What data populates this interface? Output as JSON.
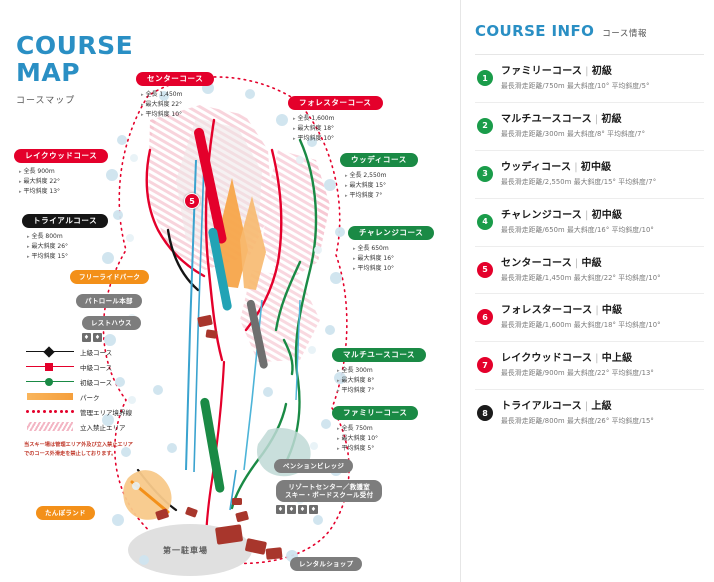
{
  "map": {
    "title_en_line1": "COURSE",
    "title_en_line2": "MAP",
    "title_jp": "コースマップ",
    "marker_number": "5",
    "parking_label": "第一駐車場",
    "callouts": [
      {
        "name": "センターコース",
        "color": "red",
        "specs": [
          "全長 1,450m",
          "最大斜度 22°",
          "平均斜度 10°"
        ]
      },
      {
        "name": "フォレスターコース",
        "color": "red",
        "specs": [
          "全長 1,600m",
          "最大斜度 18°",
          "平均斜度 10°"
        ]
      },
      {
        "name": "レイクウッドコース",
        "color": "red",
        "specs": [
          "全長 900m",
          "最大斜度 22°",
          "平均斜度 13°"
        ]
      },
      {
        "name": "トライアルコース",
        "color": "black",
        "specs": [
          "全長 800m",
          "最大斜度 26°",
          "平均斜度 15°"
        ]
      },
      {
        "name": "ウッディコース",
        "color": "green",
        "specs": [
          "全長 2,550m",
          "最大斜度 15°",
          "平均斜度 7°"
        ]
      },
      {
        "name": "チャレンジコース",
        "color": "green",
        "specs": [
          "全長 650m",
          "最大斜度 16°",
          "平均斜度 10°"
        ]
      },
      {
        "name": "マルチユースコース",
        "color": "green",
        "specs": [
          "全長 300m",
          "最大斜度 8°",
          "平均斜度 7°"
        ]
      },
      {
        "name": "ファミリーコース",
        "color": "green",
        "specs": [
          "全長 750m",
          "最大斜度 10°",
          "平均斜度 5°"
        ]
      }
    ],
    "facilities": [
      {
        "name": "フリーライドパーク",
        "style": "orange"
      },
      {
        "name": "パトロール本部",
        "style": "grey"
      },
      {
        "name": "レストハウス",
        "style": "grey"
      },
      {
        "name": "たんぽランド",
        "style": "orange"
      },
      {
        "name": "ペンションビレッジ",
        "style": "grey"
      },
      {
        "name": "リゾートセンター／救護室\nスキー・ボードスクール受付",
        "style": "grey"
      },
      {
        "name": "レンタルショップ",
        "style": "grey"
      }
    ],
    "legend": {
      "items": [
        {
          "label": "上級コース",
          "symbol": "line-black-diamond",
          "color": "#151515"
        },
        {
          "label": "中級コース",
          "symbol": "line-red-square",
          "color": "#e4002b"
        },
        {
          "label": "初級コース",
          "symbol": "line-green-circle",
          "color": "#1a8a45"
        },
        {
          "label": "パーク",
          "symbol": "swatch-orange",
          "color": "#f9a03f"
        },
        {
          "label": "管理エリア境界線",
          "symbol": "dotted-red-line",
          "color": "#e4002b"
        },
        {
          "label": "立入禁止エリア",
          "symbol": "pink-hatch",
          "color": "#f3b6c4"
        }
      ],
      "note": "当スキー場は管理エリア外及び立入禁止エリアでのコース外滑走を禁止しております。"
    }
  },
  "info": {
    "title_en": "COURSE INFO",
    "title_jp": "コース情報",
    "courses": [
      {
        "number": "1",
        "badge_color": "green",
        "name": "ファミリーコース",
        "level": "初級",
        "spec": "最長滑走距離/750m 最大斜度/10° 平均斜度/5°"
      },
      {
        "number": "2",
        "badge_color": "green",
        "name": "マルチユースコース",
        "level": "初級",
        "spec": "最長滑走距離/300m 最大斜度/8° 平均斜度/7°"
      },
      {
        "number": "3",
        "badge_color": "green",
        "name": "ウッディコース",
        "level": "初中級",
        "spec": "最長滑走距離/2,550m 最大斜度/15° 平均斜度/7°"
      },
      {
        "number": "4",
        "badge_color": "green",
        "name": "チャレンジコース",
        "level": "初中級",
        "spec": "最長滑走距離/650m 最大斜度/16° 平均斜度/10°"
      },
      {
        "number": "5",
        "badge_color": "red",
        "name": "センターコース",
        "level": "中級",
        "spec": "最長滑走距離/1,450m 最大斜度/22° 平均斜度/10°"
      },
      {
        "number": "6",
        "badge_color": "red",
        "name": "フォレスターコース",
        "level": "中級",
        "spec": "最長滑走距離/1,600m 最大斜度/18° 平均斜度/10°"
      },
      {
        "number": "7",
        "badge_color": "red",
        "name": "レイクウッドコース",
        "level": "中上級",
        "spec": "最長滑走距離/900m 最大斜度/22° 平均斜度/13°"
      },
      {
        "number": "8",
        "badge_color": "black",
        "name": "トライアルコース",
        "level": "上級",
        "spec": "最長滑走距離/800m 最大斜度/26° 平均斜度/15°"
      }
    ]
  }
}
